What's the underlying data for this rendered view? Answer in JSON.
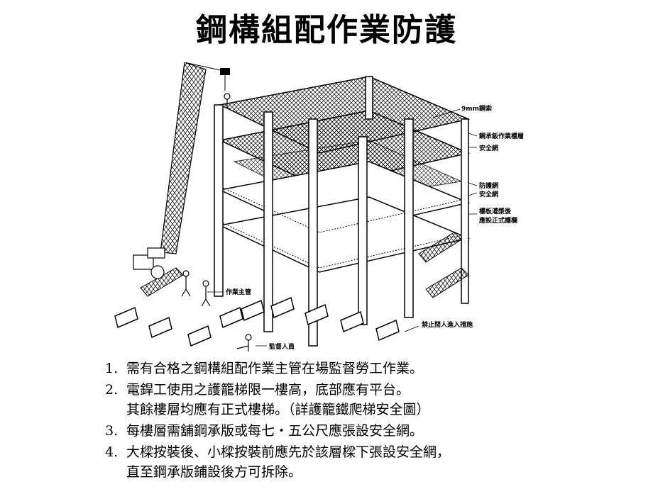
{
  "title": "鋼構組配作業防護",
  "figure": {
    "labels": {
      "wire_rope": "9mm鋼索",
      "deck_floor": "鋼承鈑作業樓層",
      "safety_net_1": "安全網",
      "protective_net": "防護網",
      "safety_net_2": "安全網",
      "slab_line1": "樓板灌漿後",
      "slab_line2": "應設正式護欄",
      "supervisor": "作業主管",
      "no_entry": "禁止閒人進入措施",
      "inspector": "監督人員"
    }
  },
  "notes": [
    {
      "num": "1.",
      "lines": [
        "需有合格之鋼構組配作業主管在場監督勞工作業。"
      ]
    },
    {
      "num": "2.",
      "lines": [
        "電銲工使用之護籠梯限一樓高，底部應有平台。",
        "其餘樓層均應有正式樓梯。（詳護籠鐵爬梯安全圖）"
      ]
    },
    {
      "num": "3.",
      "lines": [
        "每樓層需舖鋼承版或每七・五公尺應張設安全網。"
      ]
    },
    {
      "num": "4.",
      "lines": [
        "大樑按裝後、小樑按裝前應先於該層樑下張設安全網，",
        "直至鋼承版鋪設後方可拆除。"
      ]
    }
  ]
}
